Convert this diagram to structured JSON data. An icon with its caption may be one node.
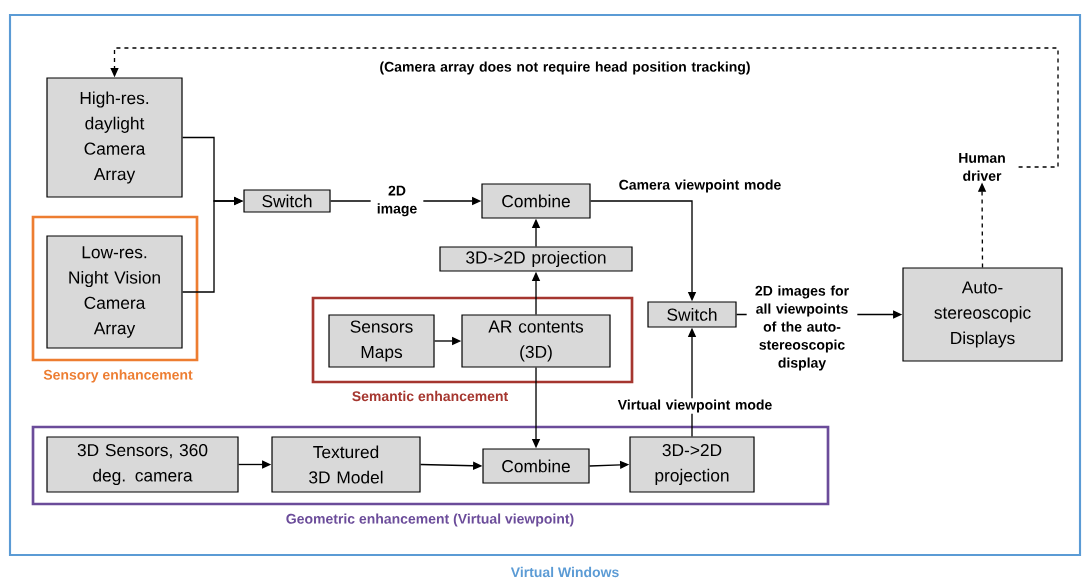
{
  "diagram": {
    "nodes": [
      {
        "text": [
          "Virtual Windows"
        ]
      },
      {
        "text": [
          "High-res. daylight Camera Array"
        ],
        "in": 0
      },
      {
        "text": [
          "Sensory enhancement"
        ],
        "in": 0
      },
      {
        "text": [
          "Low-res. Night Vision Camera Array"
        ],
        "in": 2
      },
      {
        "text": [
          "Switch"
        ],
        "in": 0
      },
      {
        "text": [
          "Combine"
        ],
        "in": 0
      },
      {
        "text": [
          "3D->2D projection"
        ],
        "in": 0
      },
      {
        "text": [
          "Semantic enhancement"
        ],
        "in": 0
      },
      {
        "text": [
          "Sensors Maps"
        ],
        "in": 7
      },
      {
        "text": [
          "AR contents (3D)"
        ],
        "in": 7
      },
      {
        "text": [
          "Switch"
        ],
        "in": 0
      },
      {
        "text": [
          "Auto-stereoscopic Displays"
        ],
        "in": 0
      },
      {
        "text": [
          "Human driver"
        ],
        "in": 0
      },
      {
        "text": [
          "Geometric enhancement (Virtual viewpoint)"
        ],
        "in": 0
      },
      {
        "text": [
          "3D Sensors, 360 deg. camera"
        ],
        "in": 13
      },
      {
        "text": [
          "Textured 3D Model"
        ],
        "in": 13
      },
      {
        "text": [
          "Combine"
        ],
        "in": 13
      },
      {
        "text": [
          "3D->2D projection"
        ],
        "in": 13
      }
    ],
    "edges": [
      {
        "from": 1,
        "to": 4,
        "arrow": "to"
      },
      {
        "from": 3,
        "to": 4,
        "arrow": "to"
      },
      {
        "from": 4,
        "to": 5,
        "arrow": "to",
        "label": "2D image"
      },
      {
        "from": 8,
        "to": 9,
        "arrow": "to"
      },
      {
        "from": 9,
        "to": 6,
        "arrow": "to"
      },
      {
        "from": 6,
        "to": 5,
        "arrow": "to"
      },
      {
        "from": 5,
        "to": 10,
        "arrow": "to",
        "label": "Camera viewpoint mode"
      },
      {
        "from": 9,
        "to": 16,
        "arrow": "to"
      },
      {
        "from": 14,
        "to": 15,
        "arrow": "to"
      },
      {
        "from": 15,
        "to": 16,
        "arrow": "to"
      },
      {
        "from": 16,
        "to": 17,
        "arrow": "to"
      },
      {
        "from": 17,
        "to": 10,
        "arrow": "to",
        "label": "Virtual viewpoint mode"
      },
      {
        "from": 10,
        "to": 11,
        "arrow": "to",
        "label": "2D images for all viewpoints of the auto-stereoscopic display"
      },
      {
        "from": 11,
        "to": 12,
        "arrow": "to",
        "style": "dashed"
      },
      {
        "from": 12,
        "to": 1,
        "arrow": "to",
        "style": "dashed",
        "label": "(Camera array does not require head position tracking)"
      }
    ]
  }
}
